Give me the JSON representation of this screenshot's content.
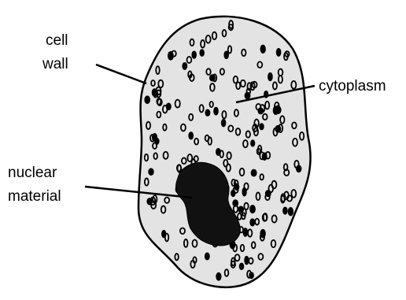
{
  "labels": {
    "cell_wall_line1": "cell",
    "cell_wall_line2": "wall",
    "cytoplasm": "cytoplasm",
    "nuclear_line1": "nuclear",
    "nuclear_line2": "material"
  },
  "colors": {
    "cell_fill": "#e3e3e3",
    "cell_outline": "#000000",
    "nucleus_fill": "#111111",
    "granule_stroke": "#000000",
    "label_text": "#000000",
    "background": "#ffffff"
  }
}
